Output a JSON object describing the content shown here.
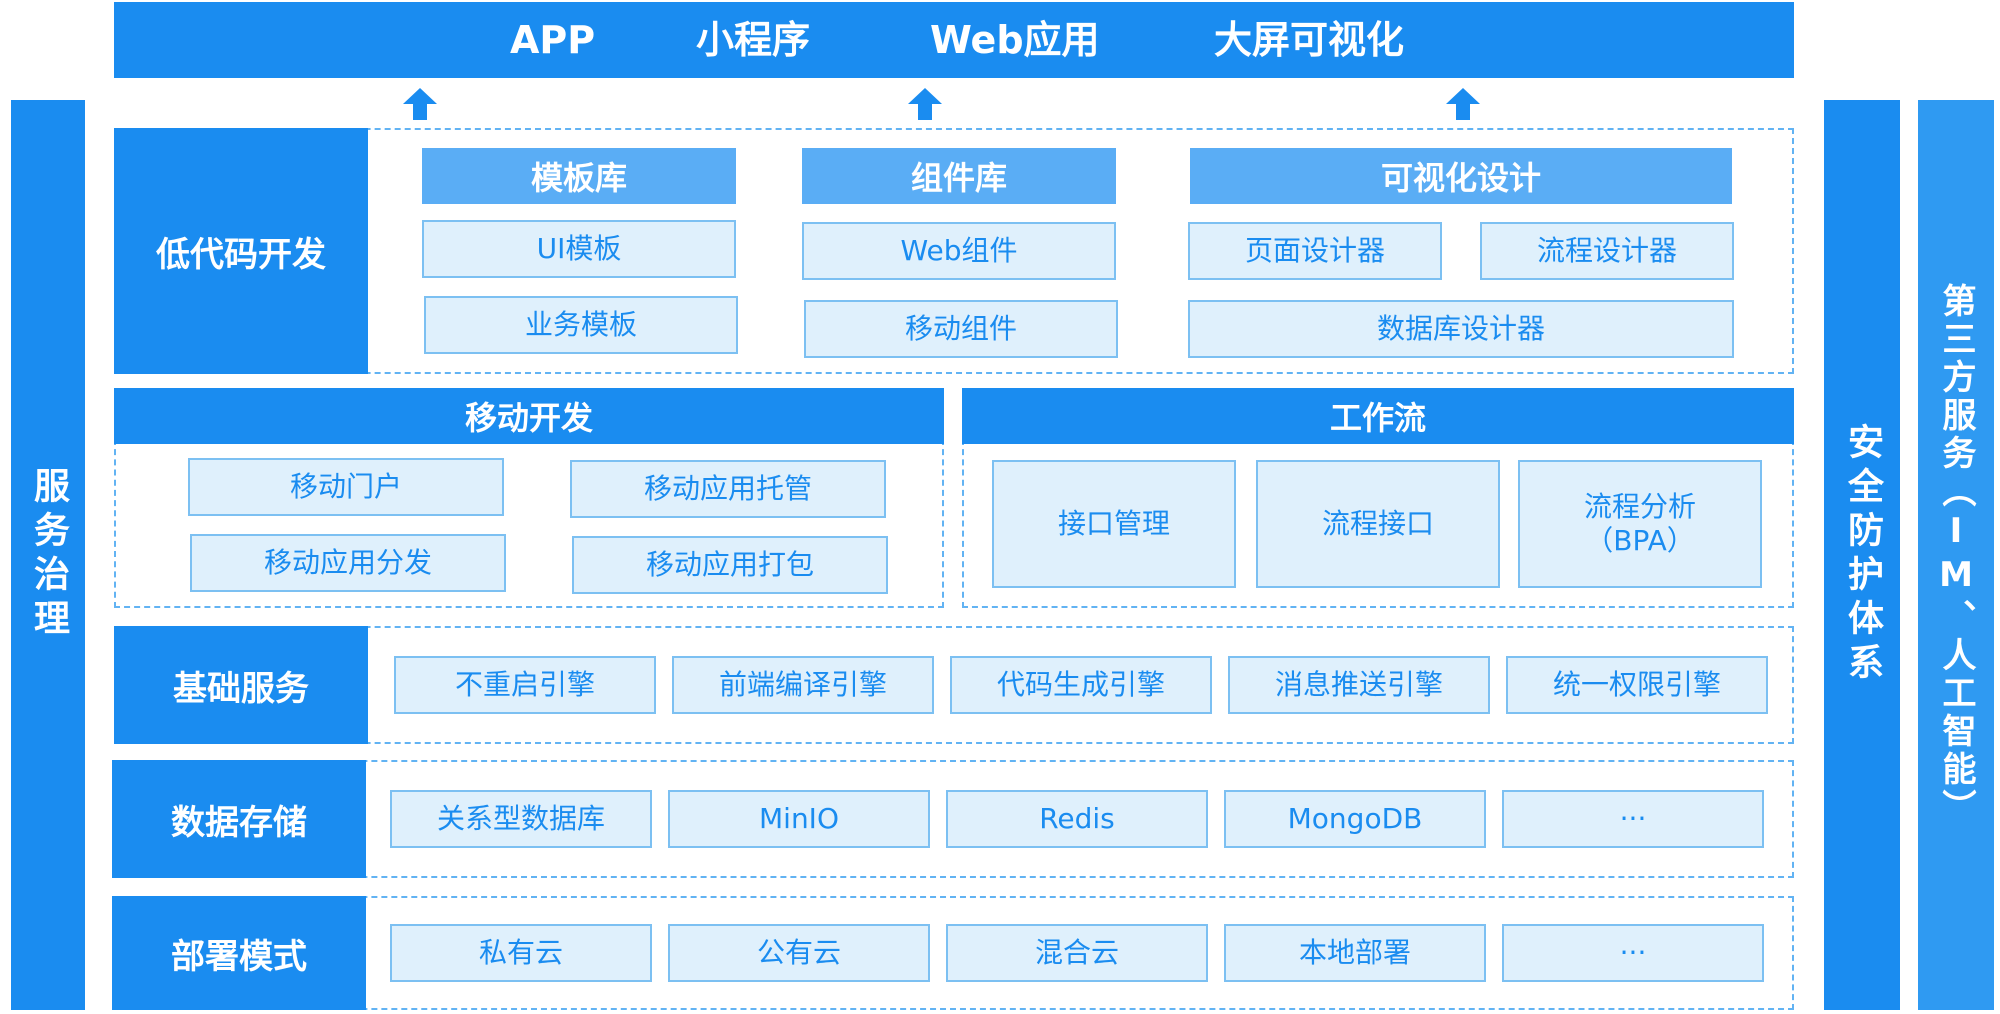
{
  "top_channels": [
    "APP",
    "小程序",
    "Web应用",
    "大屏可视化"
  ],
  "left_bar": "服务治理",
  "security_bar": "安全防护体系",
  "third_party_bar": "第三方服务（IM、人工智能）",
  "lowcode": {
    "label": "低代码开发",
    "template_lib": {
      "title": "模板库",
      "items": [
        "UI模板",
        "业务模板"
      ]
    },
    "component_lib": {
      "title": "组件库",
      "items": [
        "Web组件",
        "移动组件"
      ]
    },
    "visual_design": {
      "title": "可视化设计",
      "items": [
        "页面设计器",
        "流程设计器",
        "数据库设计器"
      ]
    }
  },
  "mobile_dev": {
    "title": "移动开发",
    "items": [
      "移动门户",
      "移动应用托管",
      "移动应用分发",
      "移动应用打包"
    ]
  },
  "workflow": {
    "title": "工作流",
    "items": [
      "接口管理",
      "流程接口"
    ],
    "analysis": {
      "line1": "流程分析",
      "line2": "（BPA）"
    }
  },
  "basic_services": {
    "label": "基础服务",
    "items": [
      "不重启引擎",
      "前端编译引擎",
      "代码生成引擎",
      "消息推送引擎",
      "统一权限引擎"
    ]
  },
  "data_storage": {
    "label": "数据存储",
    "items": [
      "关系型数据库",
      "MinIO",
      "Redis",
      "MongoDB",
      "···"
    ]
  },
  "deployment": {
    "label": "部署模式",
    "items": [
      "私有云",
      "公有云",
      "混合云",
      "本地部署",
      "···"
    ]
  }
}
